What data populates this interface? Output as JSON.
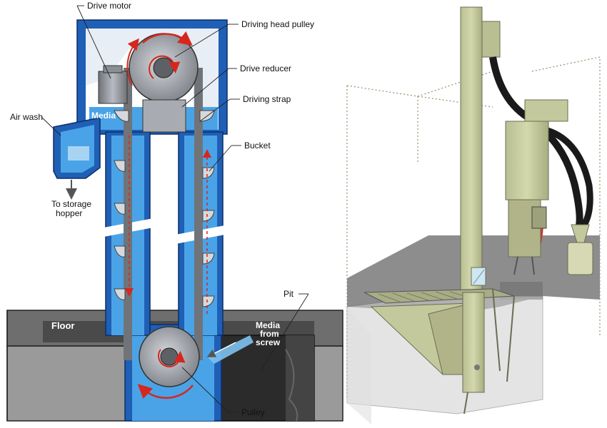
{
  "left_diagram": {
    "labels": {
      "drive_motor": "Drive motor",
      "driving_head_pulley": "Driving head pulley",
      "drive_reducer": "Drive reducer",
      "driving_strap": "Driving strap",
      "air_wash": "Air wash",
      "media": "Media",
      "bucket": "Bucket",
      "to_storage_line1": "To storage",
      "to_storage_line2": "hopper",
      "floor": "Floor",
      "pit": "Pit",
      "media_from_line1": "Media",
      "media_from_line2": "from",
      "media_from_line3": "screw",
      "pulley": "Pulley"
    },
    "colors": {
      "casing_blue": "#1f5fb5",
      "interior_blue": "#4aa3e6",
      "pulley_grey": "#8a8f96",
      "flow_red": "#d7261e",
      "pit_dark": "#2b2b2b"
    }
  },
  "right_diagram": {
    "colors": {
      "elevator_tan": "#c8cda3",
      "floor_grey": "#8d8d8d",
      "hose_black": "#1a1a1a"
    }
  }
}
